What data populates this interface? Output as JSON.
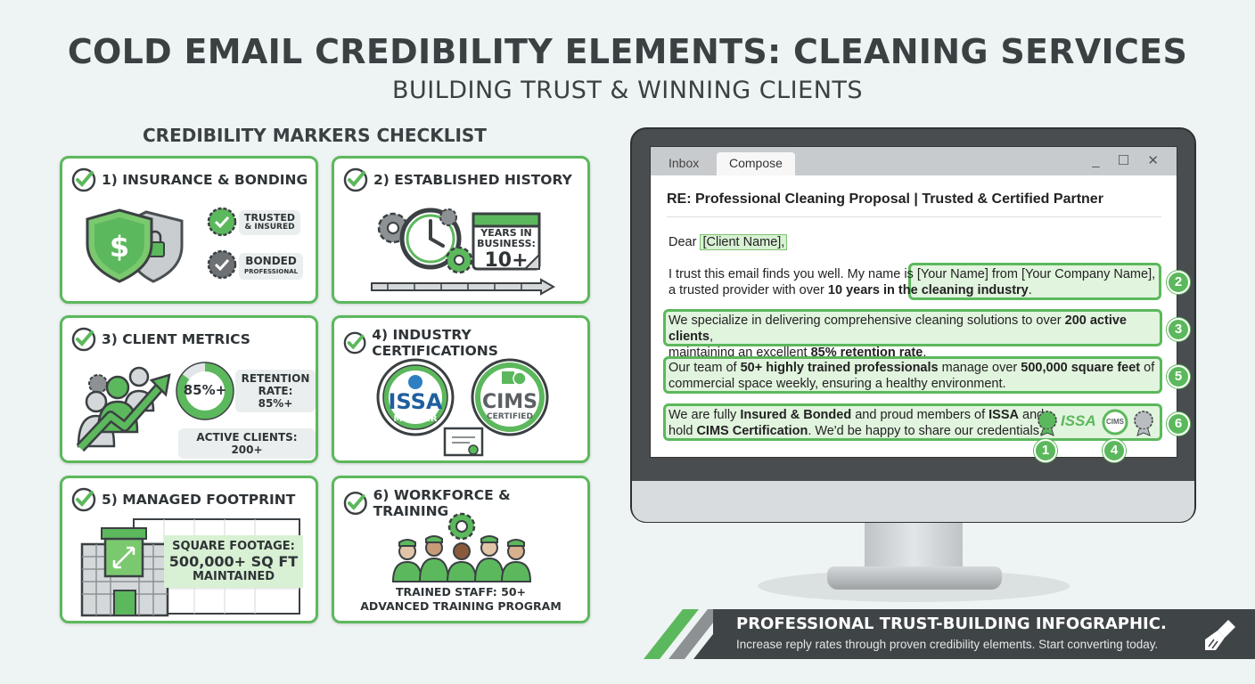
{
  "header": {
    "title": "COLD EMAIL CREDIBILITY ELEMENTS: CLEANING SERVICES",
    "subtitle": "BUILDING TRUST & WINNING CLIENTS"
  },
  "checklist": {
    "title": "CREDIBILITY MARKERS CHECKLIST",
    "cards": [
      {
        "label": "1) INSURANCE & BONDING",
        "badge1_main": "TRUSTED",
        "badge1_sub": "& INSURED",
        "badge2_main": "BONDED",
        "badge2_sub": "PROFESSIONAL"
      },
      {
        "label": "2) ESTABLISHED HISTORY",
        "cal_line1": "YEARS IN",
        "cal_line2": "BUSINESS:",
        "cal_value": "10+"
      },
      {
        "label": "3) CLIENT METRICS",
        "ring_value": "85%+",
        "retention_line1": "RETENTION",
        "retention_line2": "RATE: 85%+",
        "active_clients": "ACTIVE CLIENTS: 200+",
        "ring_fraction": 0.85
      },
      {
        "label": "4) INDUSTRY CERTIFICATIONS",
        "issa_logo": "ISSA",
        "issa_sub": "MEMBER",
        "cims_logo": "CIMS",
        "cims_sub": "CERTIFIED"
      },
      {
        "label": "5) MANAGED FOOTPRINT",
        "sq_line1": "SQUARE FOOTAGE:",
        "sq_line2": "500,000+ SQ FT",
        "sq_line3": "MAINTAINED"
      },
      {
        "label": "6) WORKFORCE & TRAINING",
        "staff_line1": "TRAINED STAFF: 50+",
        "staff_line2": "ADVANCED TRAINING PROGRAM"
      }
    ]
  },
  "email": {
    "tabs": [
      "Inbox",
      "Compose"
    ],
    "window_controls": "_ ☐ ✕",
    "subject": "RE: Professional Cleaning Proposal | Trusted & Certified Partner",
    "greeting_prefix": "Dear ",
    "greeting_name": "[Client Name],",
    "p1_a": "I trust this email finds you well. My name is ",
    "p1_b": "[Your Name] from [Your Company Name],",
    "p1_c": "a trusted provider with over ",
    "p1_d": "10 years in the cleaning industry",
    "p1_e": ".",
    "p2_a": "We specialize in delivering comprehensive cleaning solutions to over ",
    "p2_b": "200 active clients",
    "p2_c": ",",
    "p2_d": "maintaining an excellent ",
    "p2_e": "85% retention rate",
    "p2_f": ".",
    "p3_a": "Our team of ",
    "p3_b": "50+ highly trained professionals",
    "p3_c": " manage over ",
    "p3_d": "500,000 square feet",
    "p3_e": " of",
    "p3_f": "commercial space weekly, ensuring a healthy environment.",
    "p4_a": "We are fully ",
    "p4_b": "Insured & Bonded",
    "p4_c": " and proud members of ",
    "p4_d": "ISSA",
    "p4_e": " and",
    "p4_f": "hold ",
    "p4_g": "CIMS Certification",
    "p4_h": ". We'd be happy to share our credentials.",
    "badge_issa": "ISSA",
    "badge_cims": "CIMS",
    "markers": [
      "2",
      "3",
      "5",
      "6",
      "1",
      "4"
    ]
  },
  "banner": {
    "title": "PROFESSIONAL TRUST-BUILDING INFOGRAPHIC.",
    "subtitle": "Increase reply rates through proven credibility elements. Start converting today."
  },
  "colors": {
    "accent": "#5cb85c",
    "dark": "#3b4043",
    "light_green": "#d8f0d3"
  }
}
